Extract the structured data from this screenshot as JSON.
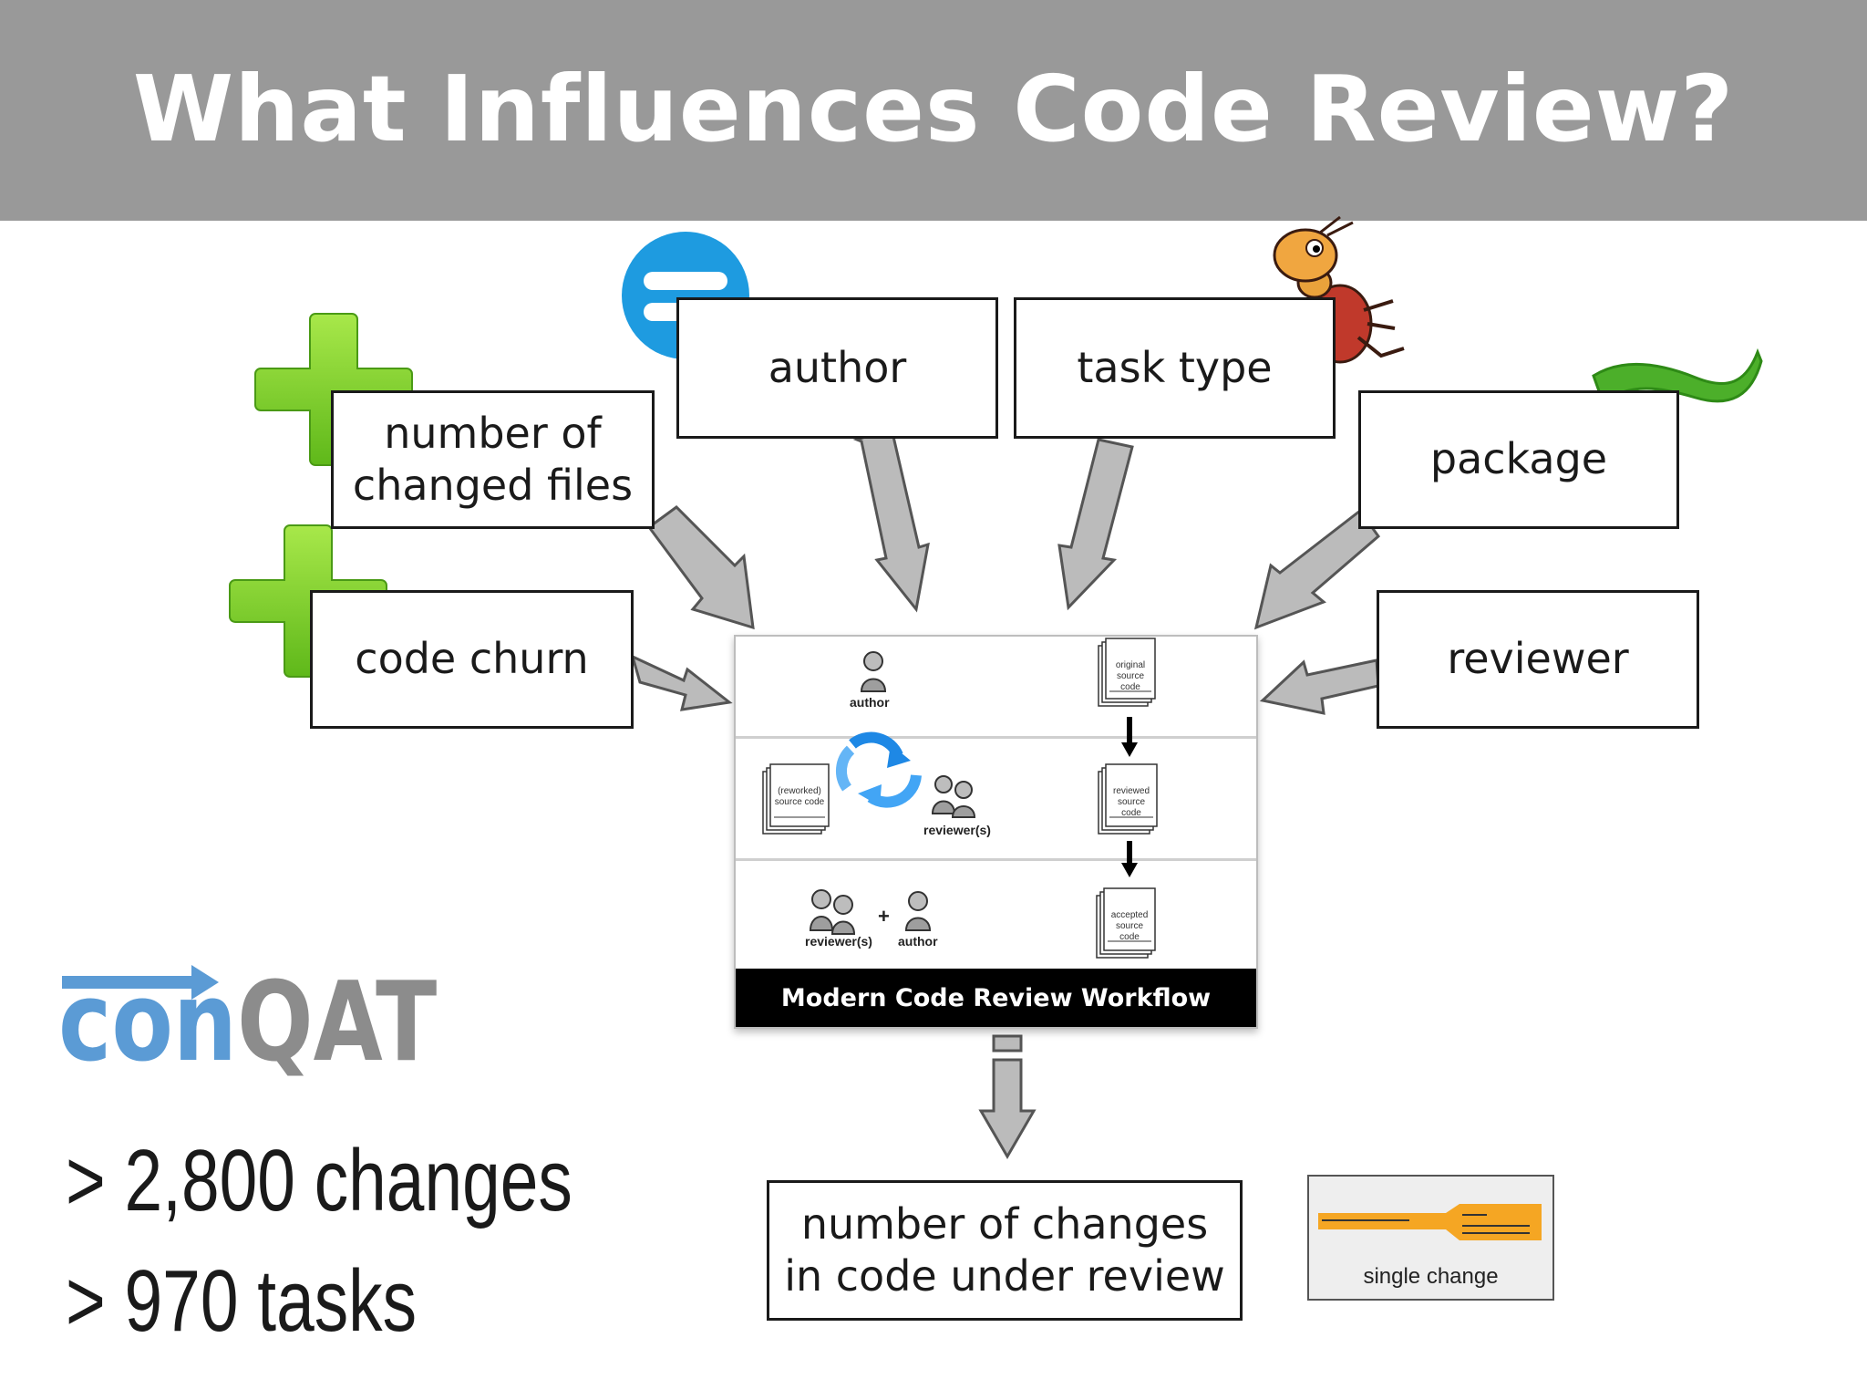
{
  "slide": {
    "title": "What Influences Code Review?"
  },
  "factors": {
    "author": "author",
    "task_type": "task type",
    "number_of_changed_files": "number of\nchanged files",
    "package": "package",
    "code_churn": "code churn",
    "reviewer": "reviewer"
  },
  "workflow": {
    "author_label": "author",
    "original_doc": "original source code",
    "reworked_doc": "(reworked) source code",
    "reviewers_label": "reviewer(s)",
    "reviewed_doc": "reviewed source code",
    "reviewers_label_2": "reviewer(s)",
    "plus": "+",
    "author_label_2": "author",
    "accepted_doc": "accepted source code",
    "caption": "Modern Code Review Workflow"
  },
  "outcome": {
    "label": "number of changes\nin code under review"
  },
  "legend": {
    "label": "single change"
  },
  "logo": {
    "part1": "con",
    "part2": "QAT",
    "color1": "#5b9bd5",
    "color2": "#8c8c8c"
  },
  "stats": {
    "line1": "> 2,800 changes",
    "line2": "> 970 tasks"
  },
  "icons": {
    "plus_icon_color": "#7ed321",
    "equals_icon_color": "#1e9be0",
    "tilde_icon_color": "#4caf2a",
    "arrow_color": "#bbbbbb"
  }
}
